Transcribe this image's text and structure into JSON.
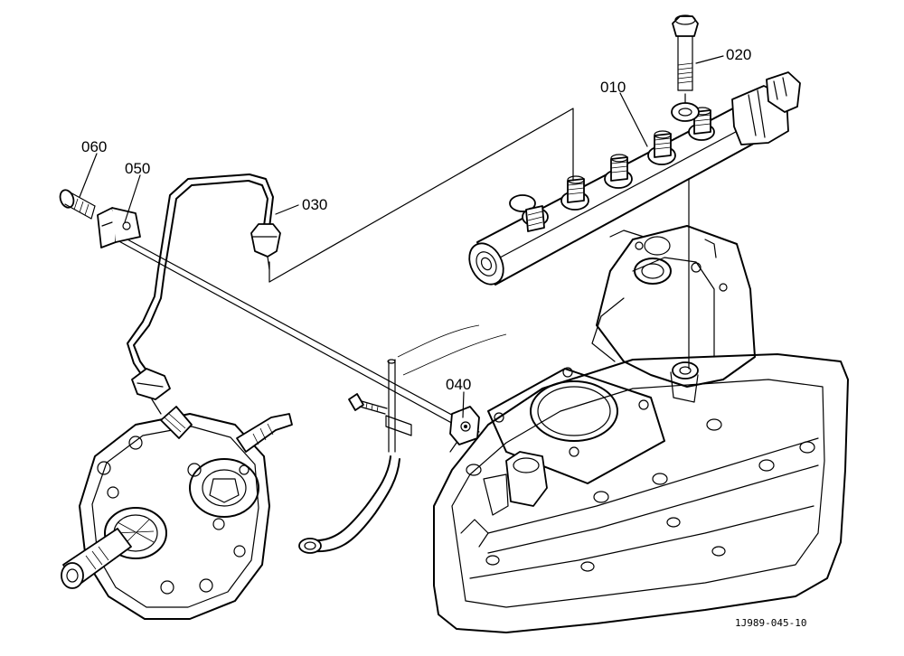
{
  "diagram": {
    "callouts": [
      {
        "id": "rail",
        "label": "010"
      },
      {
        "id": "bolt-top",
        "label": "020"
      },
      {
        "id": "pipe",
        "label": "030"
      },
      {
        "id": "clamp-right",
        "label": "040"
      },
      {
        "id": "clamp-left",
        "label": "050"
      },
      {
        "id": "bolt-left",
        "label": "060"
      }
    ],
    "drawing_code": "1J989-045-10"
  },
  "colors": {
    "ink": "#000000",
    "paper": "#ffffff"
  }
}
